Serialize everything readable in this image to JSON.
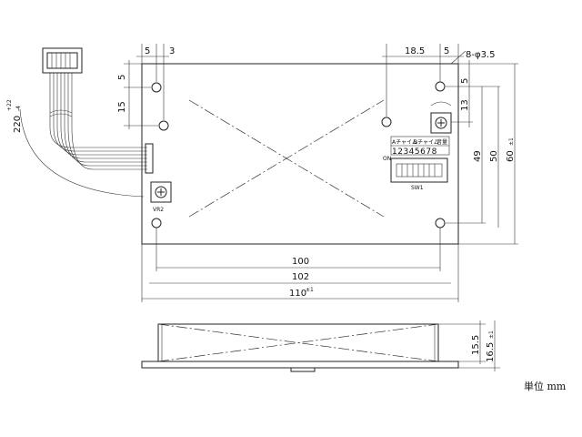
{
  "drawing": {
    "dims_top": {
      "d5": "5",
      "d3": "3",
      "d18_5": "18.5",
      "d5b": "5",
      "holes": "8-φ3.5"
    },
    "dims_left": {
      "d5": "5",
      "d15": "15",
      "cable": "220",
      "cable_plus": "+22",
      "cable_minus": "-4"
    },
    "dims_right": {
      "d5": "5",
      "d13": "13",
      "d49": "49",
      "d50": "50",
      "d60": "60",
      "tol": "±1"
    },
    "dims_bottom": {
      "d100": "100",
      "d102": "102",
      "d110": "110",
      "tol": "±1"
    },
    "side_dims": {
      "d15_5": "15.5",
      "d16_5": "16.5",
      "tol": "±1"
    },
    "labels": {
      "vr2": "VR2",
      "sw1": "SW1",
      "on": "ON",
      "switch_numbers": "12345678",
      "chA": "Aチャイム",
      "chB": "Bチャイム",
      "vol": "音量"
    },
    "unit_label": "単位 mm"
  }
}
